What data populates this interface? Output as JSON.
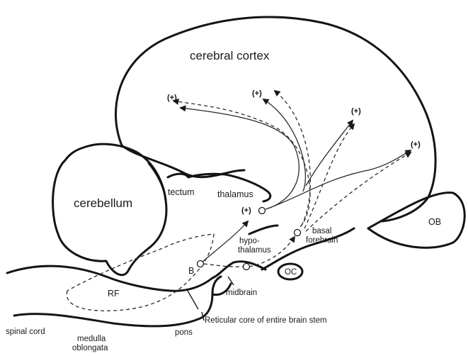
{
  "labels": {
    "cerebral_cortex": "cerebral cortex",
    "cerebellum": "cerebellum",
    "tectum": "tectum",
    "thalamus": "thalamus",
    "hypothalamus_1": "hypo-",
    "hypothalamus_2": "thalamus",
    "basal_forebrain_1": "basal",
    "basal_forebrain_2": "forebrain",
    "ob": "OB",
    "oc": "OC",
    "rf": "RF",
    "b": "B",
    "midbrain": "midbrain",
    "reticular_core": "Reticular core of entire brain stem",
    "spinal_cord": "spinal cord",
    "medulla_1": "medulla",
    "medulla_2": "oblongata",
    "pons": "pons"
  },
  "markers": {
    "plus": "(+)"
  },
  "colors": {
    "ink": "#1a1a1a",
    "background": "#ffffff"
  }
}
